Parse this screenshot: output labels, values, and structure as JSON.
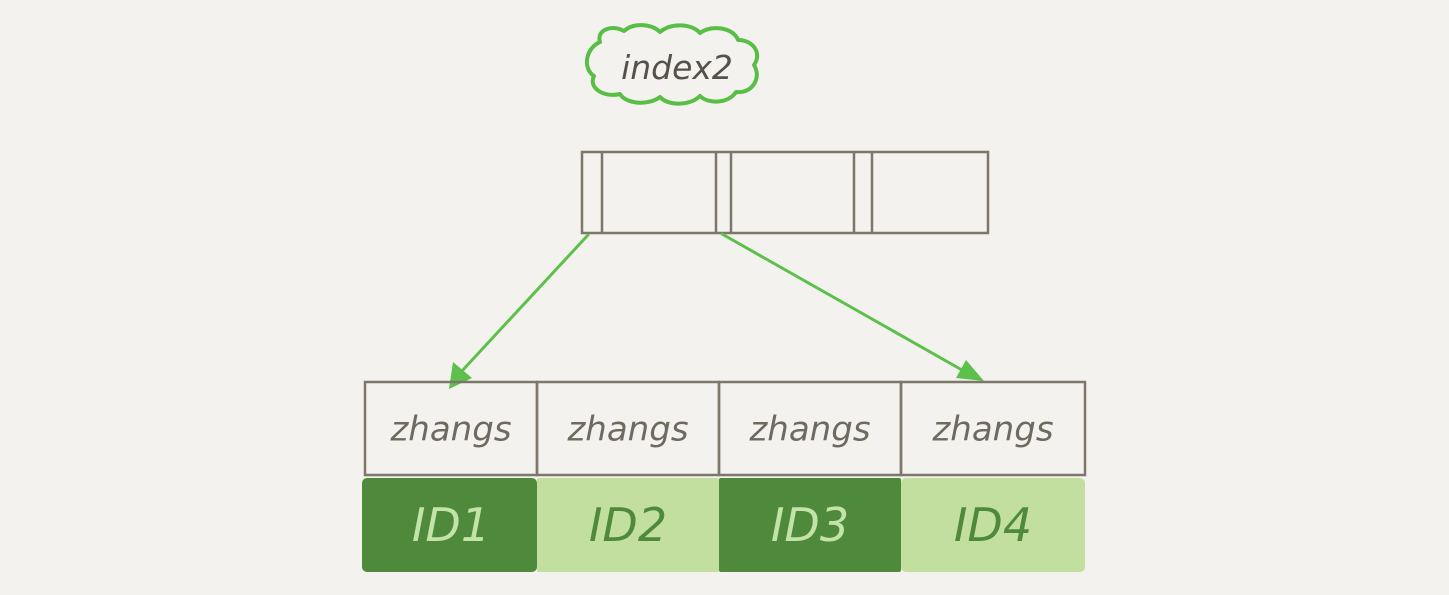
{
  "index_label": "index2",
  "colors": {
    "background": "#f4f2ee",
    "outline": "#7d776b",
    "label_text": "#6e6a60",
    "accent_green": "#5cc04a",
    "cloud_stroke": "#58be45",
    "dark_cell": "#4f8a3c",
    "dark_cell_text": "#c3e3a8",
    "light_cell": "#c2df9f",
    "light_cell_text": "#4f8a3c"
  },
  "leaf_entries": [
    {
      "key": "zhangs",
      "id": "ID1",
      "shade": "dark"
    },
    {
      "key": "zhangs",
      "id": "ID2",
      "shade": "light"
    },
    {
      "key": "zhangs",
      "id": "ID3",
      "shade": "dark"
    },
    {
      "key": "zhangs",
      "id": "ID4",
      "shade": "light"
    }
  ]
}
